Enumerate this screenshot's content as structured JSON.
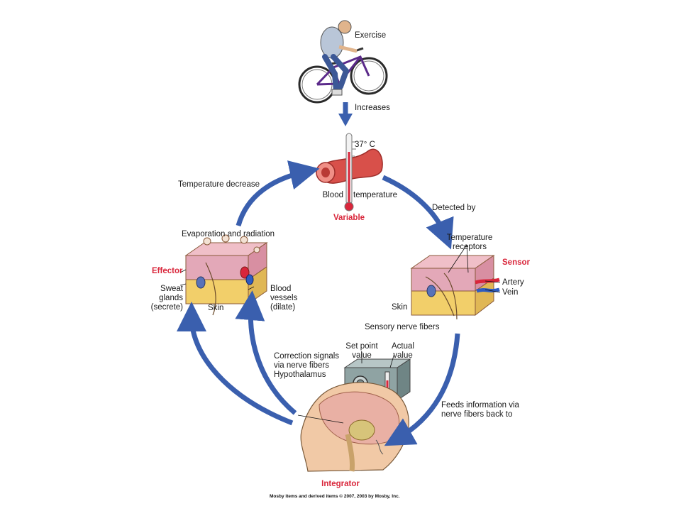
{
  "stage": {
    "exercise": "Exercise",
    "increases": "Increases",
    "temp_value": "37° C",
    "blood": "Blood",
    "temperature": "temperature",
    "variable": "Variable",
    "detected_by": "Detected by",
    "temperature_receptors_1": "Temperature",
    "temperature_receptors_2": "receptors",
    "sensor": "Sensor",
    "artery": "Artery",
    "vein": "Vein",
    "skin_sensor": "Skin",
    "sensory_nerve_fibers": "Sensory nerve fibers",
    "set_point_1": "Set point",
    "set_point_2": "value",
    "actual_1": "Actual",
    "actual_2": "value",
    "correction_1": "Correction signals",
    "correction_2": "via nerve fibers",
    "hypothalamus": "Hypothalamus",
    "feeds_1": "Feeds information via",
    "feeds_2": "nerve fibers back to",
    "integrator": "Integrator",
    "temperature_decrease": "Temperature decrease",
    "evaporation": "Evaporation and radiation",
    "effector": "Effector",
    "sweat_1": "Sweat",
    "sweat_2": "glands",
    "sweat_3": "(secrete)",
    "skin_effector": "Skin",
    "blood_vessels_1": "Blood",
    "blood_vessels_2": "vessels",
    "blood_vessels_3": "(dilate)",
    "credit": "Mosby items and derived items © 2007, 2003 by Mosby, Inc."
  },
  "colors": {
    "arrow": "#3a5fae",
    "label_red": "#d9263b",
    "blood_vessel": "#d8504a",
    "skin_top": "#e3a8b8",
    "skin_fat": "#f2cf6a",
    "control_box": "#8fa3a3"
  }
}
